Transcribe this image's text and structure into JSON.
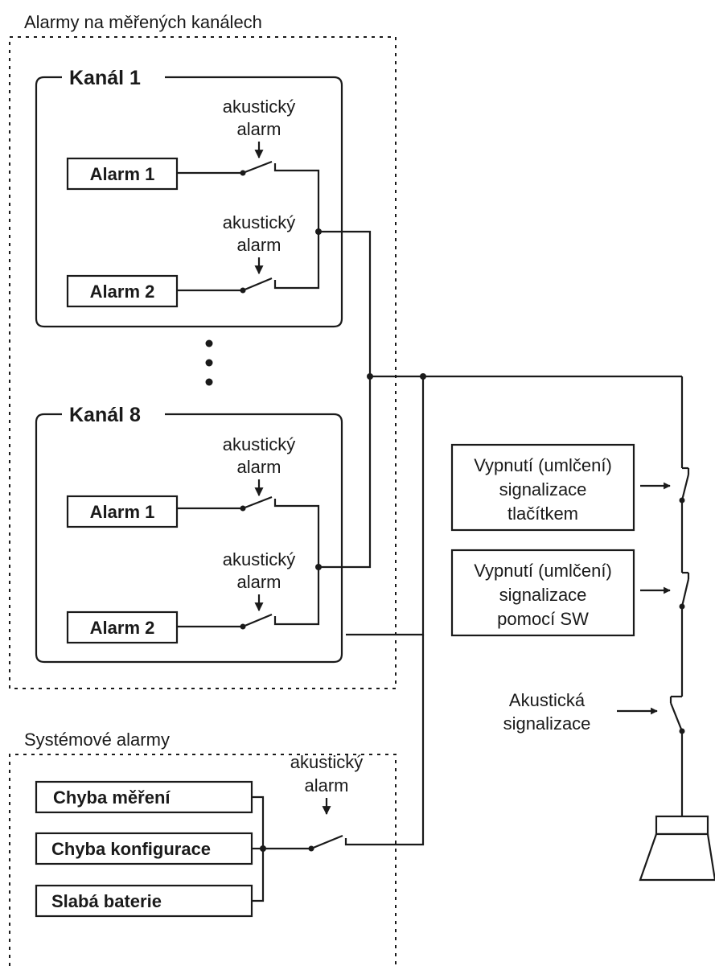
{
  "groups": {
    "channel_alarms_title": "Alarmy na měřených kanálech",
    "system_alarms_title": "Systémové alarmy"
  },
  "channel1": {
    "title": "Kanál 1",
    "alarm1": "Alarm 1",
    "alarm2": "Alarm 2",
    "switch_label_line1": "akustický",
    "switch_label_line2": "alarm"
  },
  "channel8": {
    "title": "Kanál 8",
    "alarm1": "Alarm 1",
    "alarm2": "Alarm 2",
    "switch_label_line1": "akustický",
    "switch_label_line2": "alarm"
  },
  "system": {
    "measurement_error": "Chyba měření",
    "configuration_error": "Chyba konfigurace",
    "low_battery": "Slabá baterie",
    "switch_label_line1": "akustický",
    "switch_label_line2": "alarm"
  },
  "mute_button": {
    "line1": "Vypnutí (umlčení)",
    "line2": "signalizace",
    "line3": "tlačítkem"
  },
  "mute_sw": {
    "line1": "Vypnutí (umlčení)",
    "line2": "signalizace",
    "line3": "pomocí SW"
  },
  "acoustic_signal": {
    "line1": "Akustická",
    "line2": "signalizace"
  }
}
